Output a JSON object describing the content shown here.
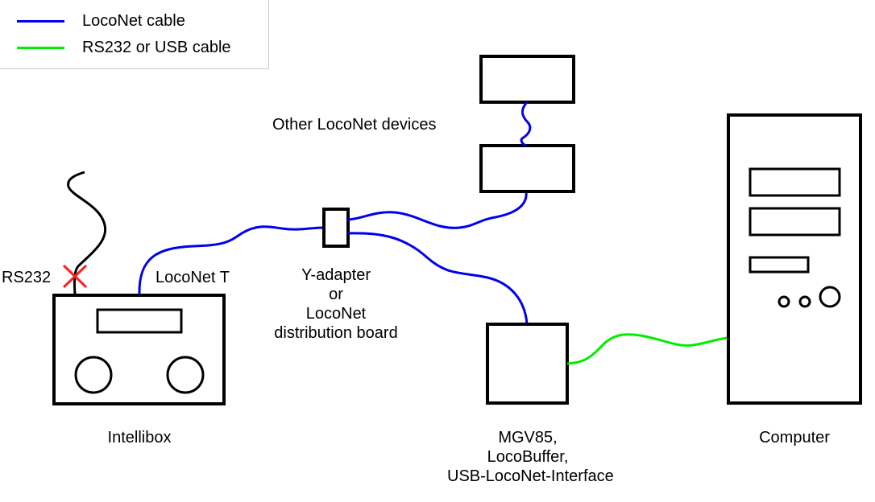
{
  "colors": {
    "loconet_cable": "#0000ee",
    "rs232_usb_cable": "#00ee00",
    "disconnected_mark": "#ff2020",
    "outline": "#000000"
  },
  "legend": {
    "items": [
      {
        "label": "LocoNet cable",
        "color_key": "loconet_cable"
      },
      {
        "label": "RS232 or USB cable",
        "color_key": "rs232_usb_cable"
      }
    ]
  },
  "labels": {
    "rs232": "RS232",
    "loconet_t": "LocoNet T",
    "other_devices": "Other LocoNet devices",
    "intellibox": "Intellibox",
    "y_adapter": [
      "Y-adapter",
      "or",
      "LocoNet",
      "distribution board"
    ],
    "interface": [
      "MGV85,",
      "LocoBuffer,",
      "USB-LocoNet-Interface"
    ],
    "computer": "Computer"
  },
  "connections": [
    {
      "from": "Intellibox",
      "to": "Y-adapter",
      "type": "LocoNet cable"
    },
    {
      "from": "Y-adapter",
      "to": "Other LocoNet devices",
      "type": "LocoNet cable"
    },
    {
      "from": "Other LocoNet device",
      "to": "Other LocoNet device",
      "type": "LocoNet cable"
    },
    {
      "from": "Y-adapter",
      "to": "MGV85 / LocoBuffer / USB-LocoNet-Interface",
      "type": "LocoNet cable"
    },
    {
      "from": "MGV85 / LocoBuffer / USB-LocoNet-Interface",
      "to": "Computer",
      "type": "RS232 or USB cable"
    },
    {
      "from": "Intellibox RS232",
      "to": "(not connected)",
      "type": "disconnected"
    }
  ]
}
